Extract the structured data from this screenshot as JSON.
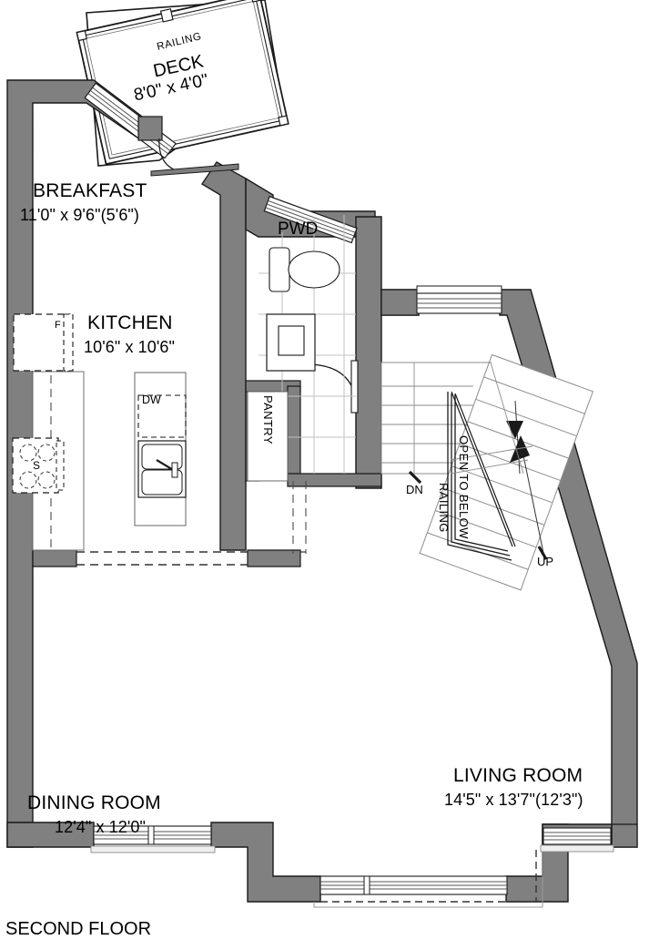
{
  "plan": {
    "title": "SECOND FLOOR",
    "colors": {
      "wall_fill": "#808080",
      "wall_stroke": "#1a1a1a",
      "thin_line": "#5a5a5a",
      "tile_line": "#b9b9b9",
      "text": "#000000",
      "background": "#ffffff"
    },
    "rooms": [
      {
        "id": "deck",
        "name": "DECK",
        "dimensions": "8'0\" x 4'0\""
      },
      {
        "id": "breakfast",
        "name": "BREAKFAST",
        "dimensions": "11'0\" x 9'6\"(5'6\")"
      },
      {
        "id": "kitchen",
        "name": "KITCHEN",
        "dimensions": "10'6\" x 10'6\""
      },
      {
        "id": "dining-room",
        "name": "DINING ROOM",
        "dimensions": "12'4\" x 12'0\""
      },
      {
        "id": "living-room",
        "name": "LIVING ROOM",
        "dimensions": "14'5\" x 13'7\"(12'3\")"
      },
      {
        "id": "powder-room",
        "name": "PWD",
        "dimensions": ""
      }
    ],
    "annotations": [
      {
        "id": "deck-railing",
        "label": "RAILING"
      },
      {
        "id": "stair-railing",
        "label": "RAILING"
      },
      {
        "id": "open-to-below",
        "label": "OPEN TO BELOW"
      },
      {
        "id": "stair-down",
        "label": "DN"
      },
      {
        "id": "stair-up",
        "label": "UP"
      },
      {
        "id": "pantry",
        "label": "PANTRY"
      }
    ],
    "fixtures": [
      {
        "id": "refrigerator",
        "label": "F"
      },
      {
        "id": "stove",
        "label": "S"
      },
      {
        "id": "dishwasher",
        "label": "DW"
      }
    ]
  }
}
